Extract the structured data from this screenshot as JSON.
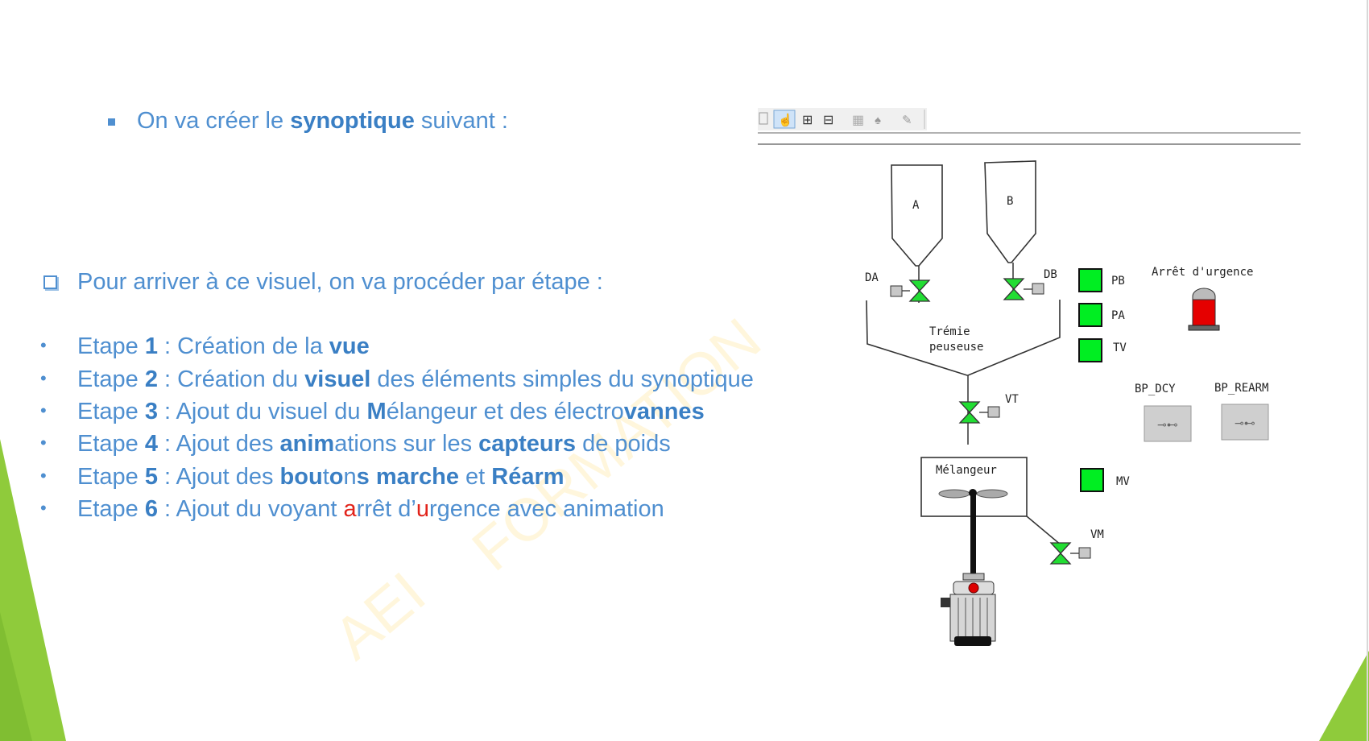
{
  "slide": {
    "intro": {
      "pre": "On va créer le ",
      "bold": "synoptique",
      "post": " suivant :"
    },
    "section": "Pour arriver à ce visuel, on va procéder par étape :",
    "steps": [
      {
        "prefix": "Etape ",
        "num": "1",
        "parts": [
          " : Création de la ",
          {
            "b": "vue"
          }
        ]
      },
      {
        "prefix": "Etape ",
        "num": "2",
        "parts": [
          " : Création du ",
          {
            "b": "visuel"
          },
          " des éléments simples du synoptique"
        ]
      },
      {
        "prefix": "Etape ",
        "num": "3",
        "parts": [
          " : Ajout du visuel du ",
          {
            "b": "M"
          },
          "élangeur et des électro",
          {
            "b": "vannes"
          }
        ]
      },
      {
        "prefix": "Etape ",
        "num": "4",
        "parts": [
          " : Ajout des ",
          {
            "b": "anim"
          },
          "ations sur les ",
          {
            "b": "capteurs"
          },
          " de poids"
        ]
      },
      {
        "prefix": "Etape ",
        "num": "5",
        "parts": [
          " : Ajout des ",
          {
            "b": "bou"
          },
          "t",
          {
            "b": "o"
          },
          "n",
          {
            "b": "s"
          },
          " ",
          {
            "b": "marche"
          },
          " et ",
          {
            "b": "Réarm"
          }
        ]
      },
      {
        "prefix": "Etape ",
        "num": "6",
        "parts": [
          " : Ajout du voyant ",
          {
            "r": "a"
          },
          "rrêt d’",
          {
            "r": "u"
          },
          "rgence avec animation"
        ]
      }
    ],
    "watermark": {
      "a": "AEI",
      "b": "FORMATION"
    }
  },
  "synoptic": {
    "hopper_a": "A",
    "hopper_b": "B",
    "valve_da": "DA",
    "valve_db": "DB",
    "hopper_weigh": [
      "Trémie",
      "peuseuse"
    ],
    "valve_vt": "VT",
    "mixer": "Mélangeur",
    "valve_vm": "VM",
    "sensor_pb": "PB",
    "sensor_pa": "PA",
    "sensor_tv": "TV",
    "sensor_mv": "MV",
    "emergency": "Arrêt d'urgence",
    "btn_dcy": "BP_DCY",
    "btn_rearm": "BP_REARM"
  },
  "colors": {
    "text": "#4f8fd0",
    "bold": "#3a7fc4",
    "red": "#e2231a",
    "green_on": "#00ee22",
    "valve_green": "#22dd33",
    "alarm_red": "#e50000",
    "slide_green": "#8fcb3b"
  }
}
